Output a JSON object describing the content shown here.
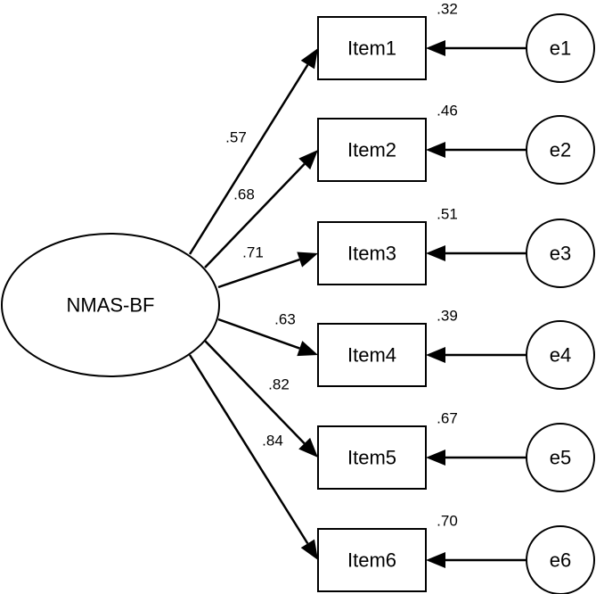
{
  "latent": {
    "label": "NMAS-BF"
  },
  "items": [
    {
      "label": "Item1",
      "loading": ".57",
      "r2": ".32",
      "error": "e1"
    },
    {
      "label": "Item2",
      "loading": ".68",
      "r2": ".46",
      "error": "e2"
    },
    {
      "label": "Item3",
      "loading": ".71",
      "r2": ".51",
      "error": "e3"
    },
    {
      "label": "Item4",
      "loading": ".63",
      "r2": ".39",
      "error": "e4"
    },
    {
      "label": "Item5",
      "loading": ".82",
      "r2": ".67",
      "error": "e5"
    },
    {
      "label": "Item6",
      "loading": ".84",
      "r2": ".70",
      "error": "e6"
    }
  ]
}
